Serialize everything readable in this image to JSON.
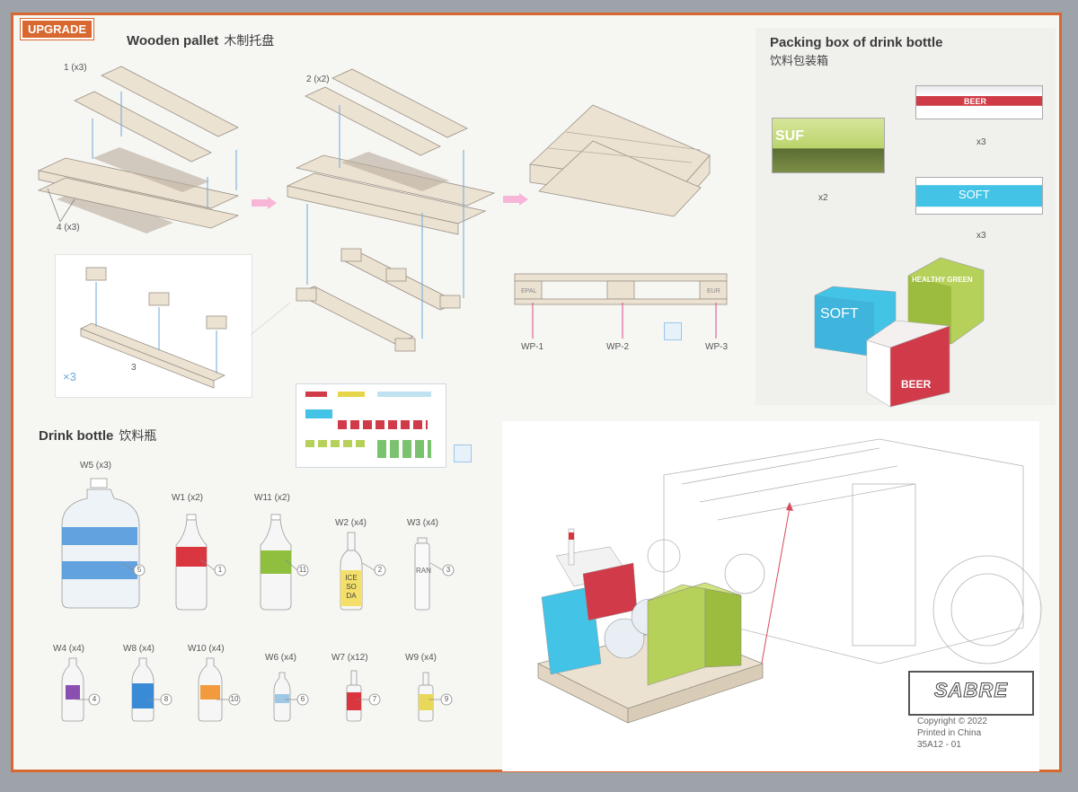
{
  "badge": "UPGRADE",
  "pallet": {
    "title": "Wooden pallet",
    "title_cn": "木制托盘",
    "step1": "1 (x3)",
    "step4": "4 (x3)",
    "step2": "2 (x2)",
    "step3": "3",
    "x3": "×3",
    "parts": [
      "WP-1",
      "WP-2",
      "WP-3"
    ],
    "stamps": [
      "EPAL",
      "EUR"
    ]
  },
  "box": {
    "title": "Packing box of drink bottle",
    "title_cn": "饮料包装箱",
    "counts": [
      "x2",
      "x3",
      "x3"
    ],
    "brands": [
      "SOFT",
      "BEER",
      "HEALTHY GREEN",
      "SUF"
    ]
  },
  "bottle": {
    "title": "Drink bottle",
    "title_cn": "饮料瓶",
    "items": [
      {
        "label": "W5 (x3)",
        "num": "5"
      },
      {
        "label": "W1 (x2)",
        "num": "1"
      },
      {
        "label": "W11 (x2)",
        "num": "11"
      },
      {
        "label": "W2 (x4)",
        "num": "2"
      },
      {
        "label": "W3 (x4)",
        "num": "3"
      },
      {
        "label": "W4 (x4)",
        "num": "4"
      },
      {
        "label": "W8 (x4)",
        "num": "8"
      },
      {
        "label": "W10 (x4)",
        "num": "10"
      },
      {
        "label": "W6 (x4)",
        "num": "6"
      },
      {
        "label": "W7 (x12)",
        "num": "7"
      },
      {
        "label": "W9 (x4)",
        "num": "9"
      }
    ],
    "label_text": {
      "w2": "ICE SO DA",
      "w3": "RAN"
    }
  },
  "brand": {
    "logo": "SABRE",
    "copyright": "Copyright © 2022",
    "printed": "Printed in China",
    "code": "35A12 - 01"
  },
  "colors": {
    "accent": "#d8682f",
    "wood": "#ece2d2",
    "arrow": "#6fa8d8",
    "pink": "#f7b6d8"
  }
}
